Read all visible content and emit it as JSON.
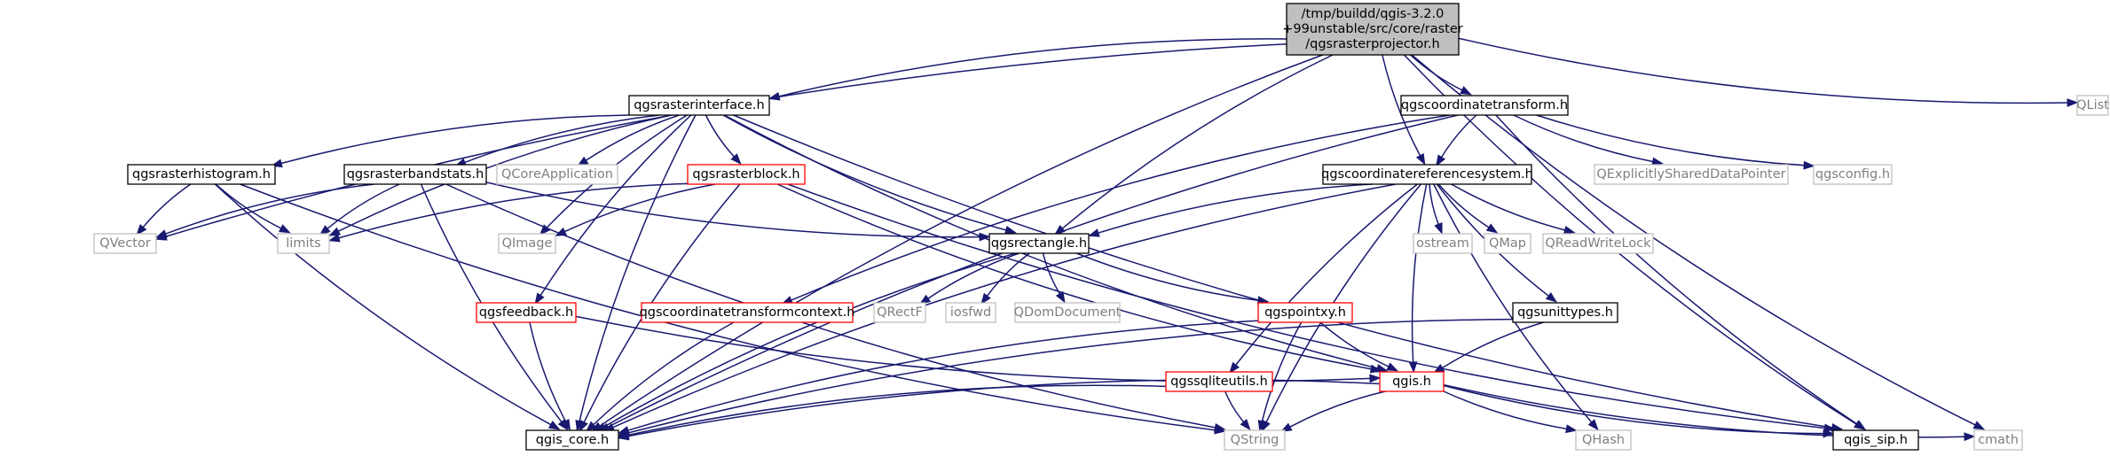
{
  "colors": {
    "edge": "#191970",
    "root_fill": "#bfbfbf",
    "normal_border": "#000000",
    "highlight_border": "#ff0000",
    "external_border": "#bfbfbf",
    "external_text": "#7f7f7f",
    "text": "#000000"
  },
  "nodes": [
    {
      "id": "root",
      "lines": [
        "/tmp/buildd/qgis-3.2.0",
        "+99unstable/src/core/raster",
        "/qgsrasterprojector.h"
      ],
      "kind": "root"
    },
    {
      "id": "rasterinterface",
      "lines": [
        "qgsrasterinterface.h"
      ],
      "kind": "normal"
    },
    {
      "id": "coordtransform",
      "lines": [
        "qgscoordinatetransform.h"
      ],
      "kind": "normal"
    },
    {
      "id": "qlist",
      "lines": [
        "QList"
      ],
      "kind": "external"
    },
    {
      "id": "histogram",
      "lines": [
        "qgsrasterhistogram.h"
      ],
      "kind": "normal"
    },
    {
      "id": "bandstats",
      "lines": [
        "qgsrasterbandstats.h"
      ],
      "kind": "normal"
    },
    {
      "id": "qcoreapp",
      "lines": [
        "QCoreApplication"
      ],
      "kind": "external"
    },
    {
      "id": "rasterblock",
      "lines": [
        "qgsrasterblock.h"
      ],
      "kind": "highlight"
    },
    {
      "id": "crs",
      "lines": [
        "qgscoordinatereferencesystem.h"
      ],
      "kind": "normal"
    },
    {
      "id": "qexplicit",
      "lines": [
        "QExplicitlySharedDataPointer"
      ],
      "kind": "external"
    },
    {
      "id": "qgsconfig",
      "lines": [
        "qgsconfig.h"
      ],
      "kind": "external"
    },
    {
      "id": "qvector",
      "lines": [
        "QVector"
      ],
      "kind": "external"
    },
    {
      "id": "limits",
      "lines": [
        "limits"
      ],
      "kind": "external"
    },
    {
      "id": "qimage",
      "lines": [
        "QImage"
      ],
      "kind": "external"
    },
    {
      "id": "rectangle",
      "lines": [
        "qgsrectangle.h"
      ],
      "kind": "normal"
    },
    {
      "id": "ostream",
      "lines": [
        "ostream"
      ],
      "kind": "external"
    },
    {
      "id": "qmap",
      "lines": [
        "QMap"
      ],
      "kind": "external"
    },
    {
      "id": "qreadwritelock",
      "lines": [
        "QReadWriteLock"
      ],
      "kind": "external"
    },
    {
      "id": "feedback",
      "lines": [
        "qgsfeedback.h"
      ],
      "kind": "highlight"
    },
    {
      "id": "ctcontext",
      "lines": [
        "qgscoordinatetransformcontext.h"
      ],
      "kind": "highlight"
    },
    {
      "id": "qrectf",
      "lines": [
        "QRectF"
      ],
      "kind": "external"
    },
    {
      "id": "iosfwd",
      "lines": [
        "iosfwd"
      ],
      "kind": "external"
    },
    {
      "id": "qdomdocument",
      "lines": [
        "QDomDocument"
      ],
      "kind": "external"
    },
    {
      "id": "pointxy",
      "lines": [
        "qgspointxy.h"
      ],
      "kind": "highlight"
    },
    {
      "id": "unittypes",
      "lines": [
        "qgsunittypes.h"
      ],
      "kind": "normal"
    },
    {
      "id": "sqliteutils",
      "lines": [
        "qgssqliteutils.h"
      ],
      "kind": "highlight"
    },
    {
      "id": "qgish",
      "lines": [
        "qgis.h"
      ],
      "kind": "highlight"
    },
    {
      "id": "qgiscore",
      "lines": [
        "qgis_core.h"
      ],
      "kind": "normal"
    },
    {
      "id": "qstring",
      "lines": [
        "QString"
      ],
      "kind": "external"
    },
    {
      "id": "qhash",
      "lines": [
        "QHash"
      ],
      "kind": "external"
    },
    {
      "id": "qgissip",
      "lines": [
        "qgis_sip.h"
      ],
      "kind": "normal"
    },
    {
      "id": "cmath",
      "lines": [
        "cmath"
      ],
      "kind": "external"
    }
  ],
  "edges": [
    [
      "root",
      "rasterinterface"
    ],
    [
      "root",
      "coordtransform"
    ],
    [
      "root",
      "qlist"
    ],
    [
      "root",
      "qvector"
    ],
    [
      "root",
      "rectangle"
    ],
    [
      "root",
      "crs"
    ],
    [
      "root",
      "qgiscore"
    ],
    [
      "root",
      "qgissip"
    ],
    [
      "root",
      "cmath"
    ],
    [
      "rasterinterface",
      "histogram"
    ],
    [
      "rasterinterface",
      "bandstats"
    ],
    [
      "rasterinterface",
      "qcoreapp"
    ],
    [
      "rasterinterface",
      "rasterblock"
    ],
    [
      "rasterinterface",
      "limits"
    ],
    [
      "rasterinterface",
      "qimage"
    ],
    [
      "rasterinterface",
      "rectangle"
    ],
    [
      "rasterinterface",
      "feedback"
    ],
    [
      "rasterinterface",
      "qgiscore"
    ],
    [
      "rasterinterface",
      "qgish"
    ],
    [
      "rasterinterface",
      "qgissip"
    ],
    [
      "coordtransform",
      "crs"
    ],
    [
      "coordtransform",
      "qexplicit"
    ],
    [
      "coordtransform",
      "qgsconfig"
    ],
    [
      "coordtransform",
      "ctcontext"
    ],
    [
      "coordtransform",
      "qgiscore"
    ],
    [
      "coordtransform",
      "qgissip"
    ],
    [
      "histogram",
      "qvector"
    ],
    [
      "histogram",
      "limits"
    ],
    [
      "histogram",
      "qgiscore"
    ],
    [
      "histogram",
      "qstring"
    ],
    [
      "bandstats",
      "qvector"
    ],
    [
      "bandstats",
      "limits"
    ],
    [
      "bandstats",
      "rectangle"
    ],
    [
      "bandstats",
      "qgiscore"
    ],
    [
      "bandstats",
      "qstring"
    ],
    [
      "rasterblock",
      "limits"
    ],
    [
      "rasterblock",
      "qimage"
    ],
    [
      "rasterblock",
      "qgiscore"
    ],
    [
      "rasterblock",
      "qgish"
    ],
    [
      "rasterblock",
      "qgissip"
    ],
    [
      "crs",
      "rectangle"
    ],
    [
      "crs",
      "ostream"
    ],
    [
      "crs",
      "qmap"
    ],
    [
      "crs",
      "qreadwritelock"
    ],
    [
      "crs",
      "unittypes"
    ],
    [
      "crs",
      "qgish"
    ],
    [
      "crs",
      "sqliteutils"
    ],
    [
      "crs",
      "qhash"
    ],
    [
      "crs",
      "qstring"
    ],
    [
      "crs",
      "qgiscore"
    ],
    [
      "rectangle",
      "qrectf"
    ],
    [
      "rectangle",
      "iosfwd"
    ],
    [
      "rectangle",
      "qdomdocument"
    ],
    [
      "rectangle",
      "pointxy"
    ],
    [
      "rectangle",
      "qgiscore"
    ],
    [
      "feedback",
      "qgiscore"
    ],
    [
      "feedback",
      "qgish"
    ],
    [
      "ctcontext",
      "qgiscore"
    ],
    [
      "pointxy",
      "qgish"
    ],
    [
      "pointxy",
      "qstring"
    ],
    [
      "pointxy",
      "qgiscore"
    ],
    [
      "unittypes",
      "qgish"
    ],
    [
      "unittypes",
      "qgiscore"
    ],
    [
      "sqliteutils",
      "qgiscore"
    ],
    [
      "sqliteutils",
      "qstring"
    ],
    [
      "qgish",
      "qstring"
    ],
    [
      "qgish",
      "qhash"
    ],
    [
      "qgish",
      "qgissip"
    ],
    [
      "qgish",
      "cmath"
    ],
    [
      "qgish",
      "qgiscore"
    ]
  ]
}
